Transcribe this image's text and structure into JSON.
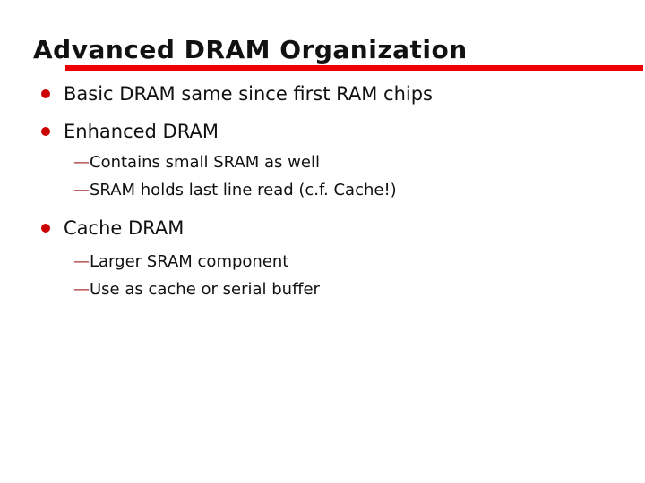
{
  "slide": {
    "title": "Advanced DRAM Organization",
    "sub_dash_glyph": "—",
    "colors": {
      "background": "#ffffff",
      "title_text": "#111111",
      "body_text": "#111111",
      "title_rule": "#ee0000",
      "bullet_dot": "#cc0000",
      "sub_dash": "#aa3333"
    },
    "bullets": [
      {
        "label": "Basic DRAM same since first RAM chips",
        "subs": []
      },
      {
        "label": "Enhanced DRAM",
        "subs": [
          "Contains small SRAM as well",
          "SRAM holds last line read (c.f. Cache!)"
        ]
      },
      {
        "label": "Cache DRAM",
        "subs": [
          "Larger SRAM component",
          "Use as cache or serial buffer"
        ]
      }
    ]
  }
}
